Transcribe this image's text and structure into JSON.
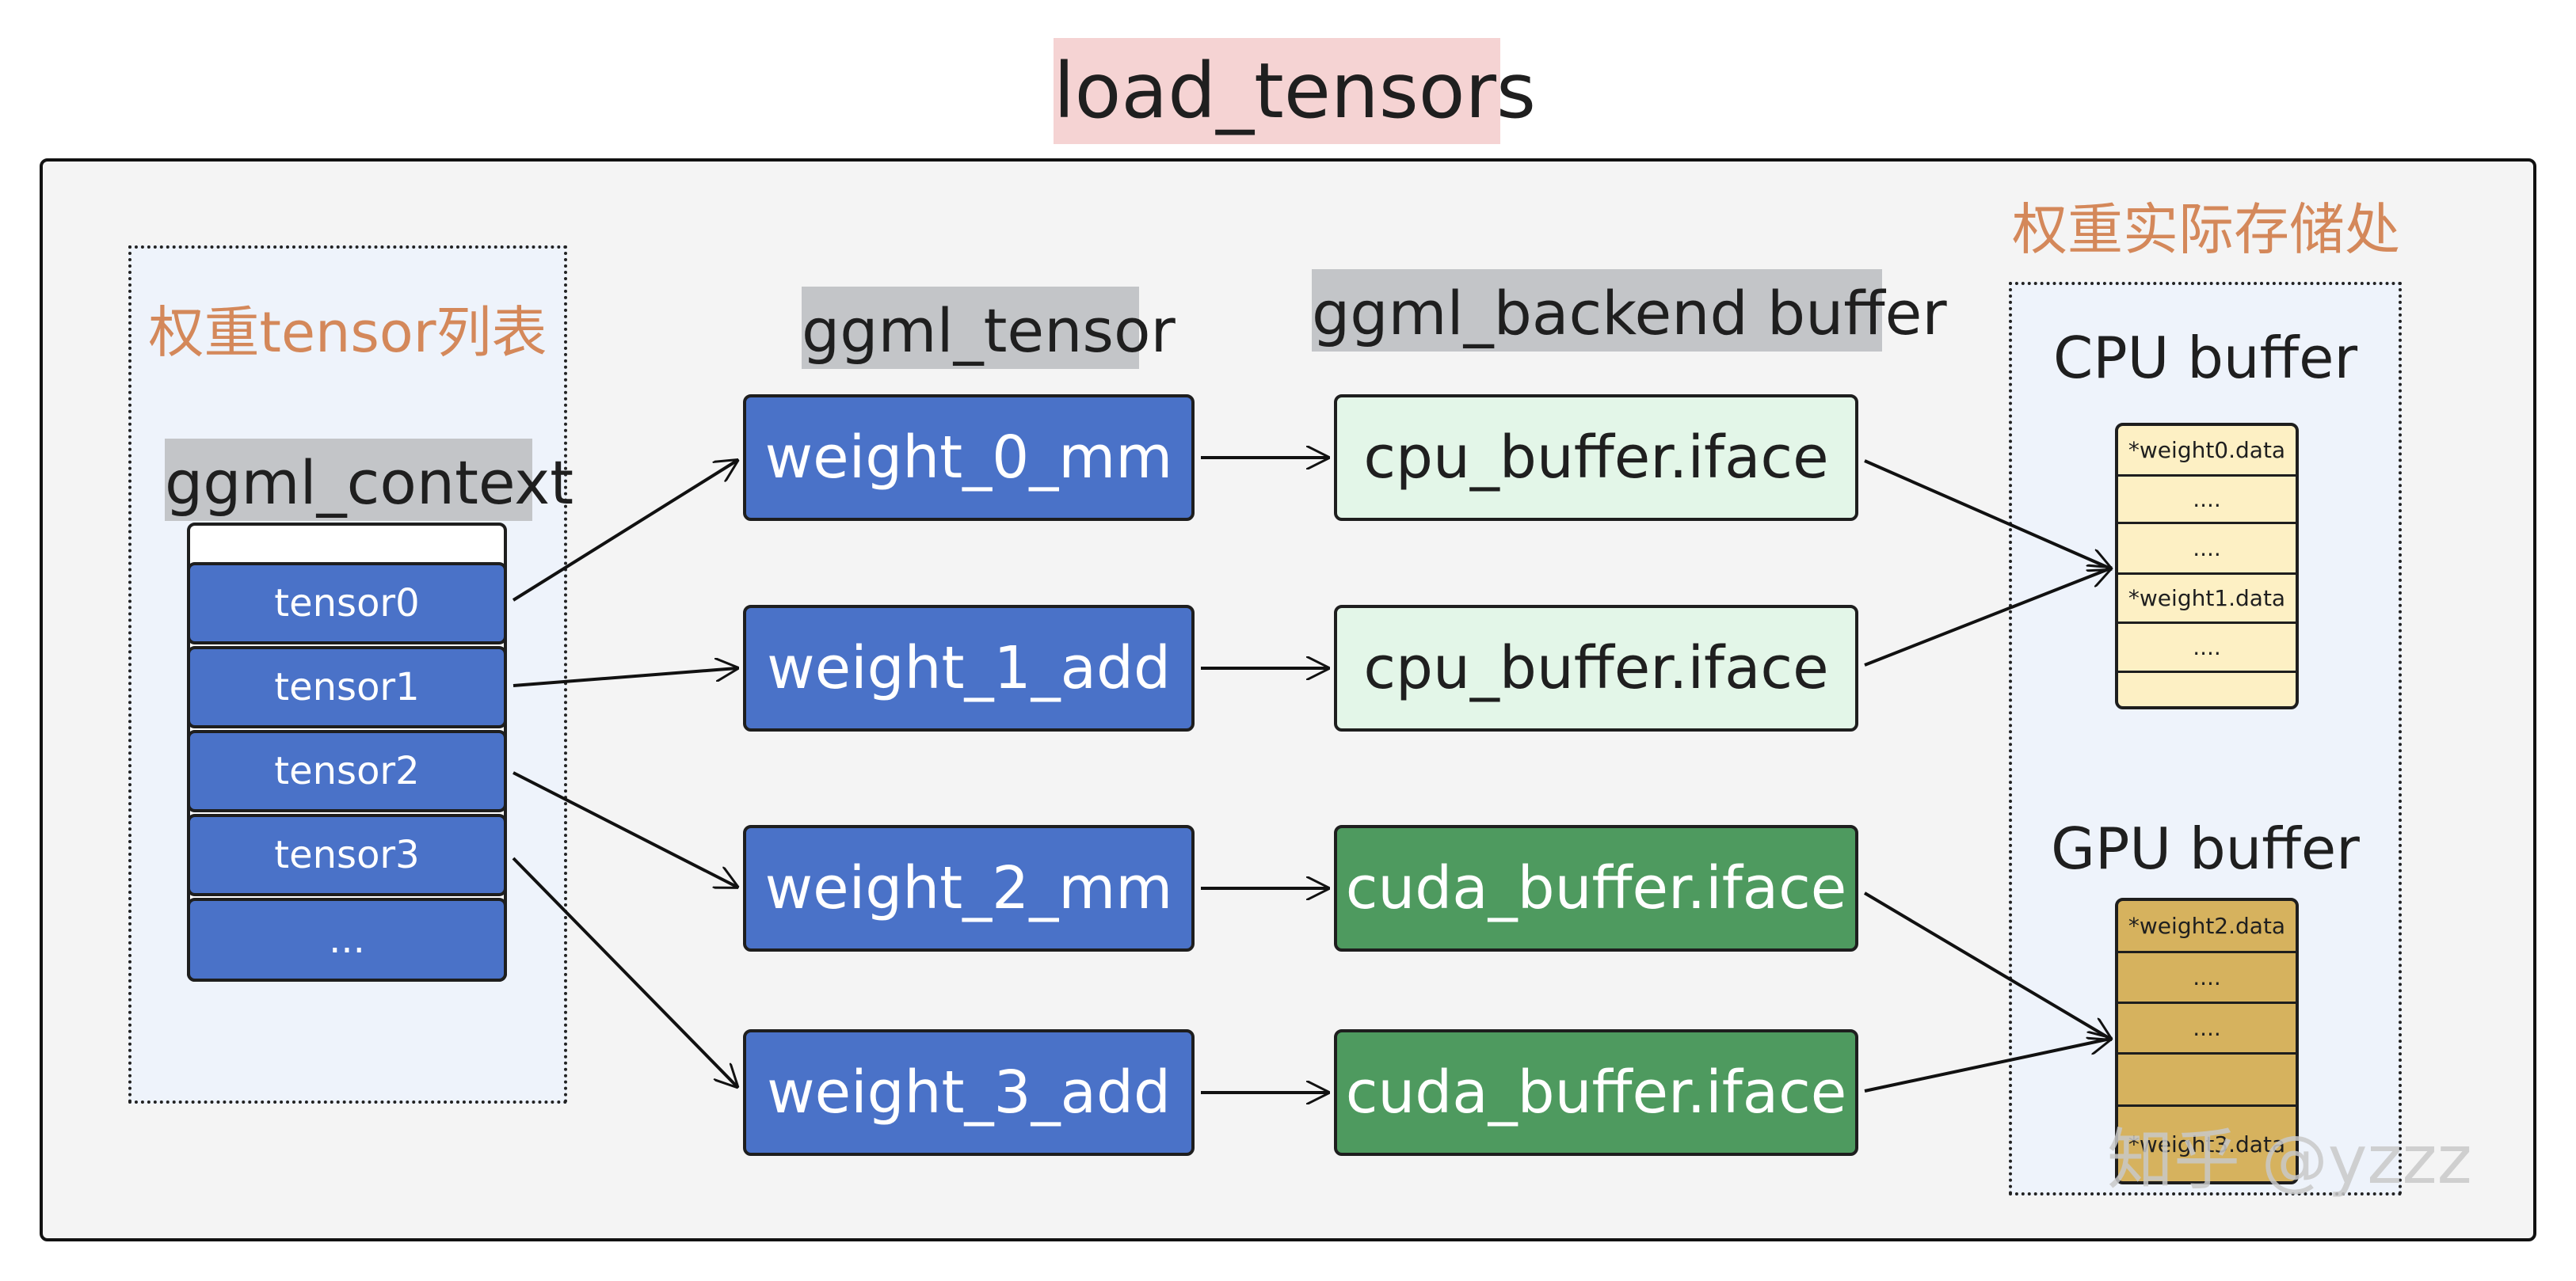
{
  "title": "load_tensors",
  "left_panel": {
    "heading": "权重tensor列表",
    "context_label": "ggml_context",
    "tensors": [
      "tensor0",
      "tensor1",
      "tensor2",
      "tensor3",
      "..."
    ]
  },
  "column_labels": {
    "tensor": "ggml_tensor",
    "buffer": "ggml_backend buffer"
  },
  "weights": [
    "weight_0_mm",
    "weight_1_add",
    "weight_2_mm",
    "weight_3_add"
  ],
  "ifaces": [
    "cpu_buffer.iface",
    "cpu_buffer.iface",
    "cuda_buffer.iface",
    "cuda_buffer.iface"
  ],
  "right_panel": {
    "heading": "权重实际存储处",
    "cpu": {
      "label": "CPU buffer",
      "cells": [
        "*weight0.data",
        "....",
        "....",
        "*weight1.data",
        "....",
        ""
      ]
    },
    "gpu": {
      "label": "GPU buffer",
      "cells": [
        "*weight2.data",
        "....",
        "....",
        "",
        "*weight3.data"
      ]
    }
  },
  "colors": {
    "tensor_blue": "#4a72c8",
    "cpu_iface": "#e3f6e8",
    "cuda_iface": "#4e9a5f",
    "cpu_mem": "#fdf0c4",
    "gpu_mem": "#d6b25e",
    "heading_orange": "#d4885a",
    "title_bg": "#f5d3d3"
  },
  "watermark": "知乎 @yzzz"
}
